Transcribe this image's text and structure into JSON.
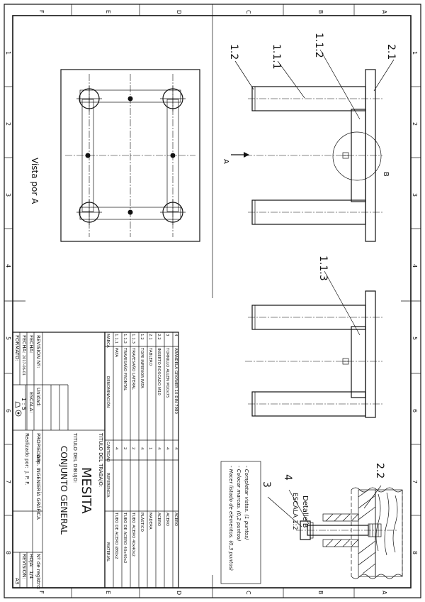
{
  "sheet": {
    "zone_letters": [
      "F",
      "E",
      "D",
      "C",
      "B",
      "A"
    ],
    "zone_numbers": [
      "1",
      "2",
      "3",
      "4",
      "5",
      "6",
      "7",
      "8"
    ]
  },
  "views": {
    "view_label": "Vista por A",
    "arrow_label": "A",
    "detail_circle_label": "B",
    "detail_title": "Detalle B",
    "detail_scale": "ESCALA 1:2"
  },
  "balloons": [
    "2.1",
    "1.1.2",
    "1.1.1",
    "1.2",
    "1.1.3",
    "2.2",
    "4",
    "3"
  ],
  "notes": [
    "- Completar vistas. (1 puntos)",
    "- Colocar marcas. (0,2 puntos)",
    "- Hacer listado de elementos. (0,3 puntos)"
  ],
  "parts_table": {
    "headers": {
      "mark": "MARCA",
      "name": "DENOMINACIÓN",
      "qty": "CANTIDAD",
      "ref": "REFERENCIA",
      "material": "MATERIAL"
    },
    "rows": [
      {
        "mark": "4",
        "name": "ARANDELA GROWER 10  DIN 7980",
        "qty": "4",
        "ref": "",
        "material": "ACERO"
      },
      {
        "mark": "3",
        "name": "TORNILLO ALLEN M10x75",
        "qty": "4",
        "ref": "",
        "material": "ACERO"
      },
      {
        "mark": "2.2",
        "name": "INSERTO ROSCADO M10",
        "qty": "4",
        "ref": "",
        "material": "ACERO"
      },
      {
        "mark": "2.1",
        "name": "TABLERO",
        "qty": "1",
        "ref": "",
        "material": "MADERA"
      },
      {
        "mark": "1.2",
        "name": "TOPE INFERIOR PATA",
        "qty": "4",
        "ref": "",
        "material": "PLÁSTICO"
      },
      {
        "mark": "1.1.3",
        "name": "TRAVESAÑO LATERAL",
        "qty": "2",
        "ref": "",
        "material": "TUBO ACERO 40x40x2"
      },
      {
        "mark": "1.1.2",
        "name": "TRAVESAÑO FRONTAL",
        "qty": "2",
        "ref": "",
        "material": "TUBO DE ACERO 40x40x2"
      },
      {
        "mark": "1.1.1",
        "name": "PATA",
        "qty": "4",
        "ref": "",
        "material": "TUBO DE ACERO Ø80x2"
      }
    ]
  },
  "title_block": {
    "work_title_label": "TITULO DEL TRABAJO:",
    "work_title": "MESITA",
    "drawing_title_label": "TITULO DEL DIBUJO:",
    "drawing_title": "CONJUNTO GENERAL",
    "revision_label": "REVISION Nº:",
    "fecha1_label": "FECHA:",
    "fecha2_label": "FECHA:",
    "fecha2_value": "2017-06-01",
    "formato_label": "FORMATO:",
    "formato_value": "A3",
    "unidad_label": "Unidad:",
    "escala_label": "ESCALA:",
    "escala_value": "1 : 5",
    "propiedad_label": "PROPIEDAD:",
    "propiedad_value": "Dep. INGENIERÍA GRÁFICA",
    "realizado_label": "Realizado por:",
    "realizado_value": "J. P. F.",
    "registro_label": "Nº de registro:",
    "hoja_label": "HOJA:",
    "hoja_value": "1/4",
    "revision2_label": "REVISION:"
  }
}
